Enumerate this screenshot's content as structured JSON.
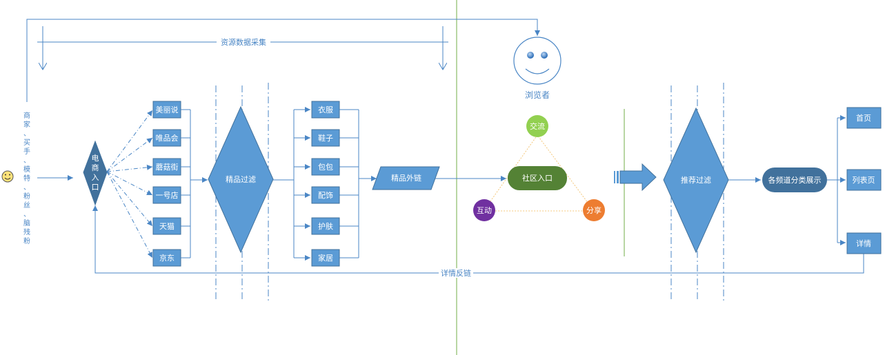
{
  "diagram": {
    "top_label": "资源数据采集",
    "user_types": [
      "商",
      "家",
      "、",
      "买",
      "手",
      "、",
      "模",
      "特",
      "、",
      "粉",
      "丝",
      "、",
      "脑",
      "残",
      "粉"
    ],
    "entry": [
      "电",
      "商",
      "入",
      "口"
    ],
    "sources": [
      "美丽说",
      "唯品会",
      "蘑菇街",
      "一号店",
      "天猫",
      "京东"
    ],
    "filter1": "精品过滤",
    "categories": [
      "衣服",
      "鞋子",
      "包包",
      "配饰",
      "护肤",
      "家居"
    ],
    "outlink": "精品外链",
    "viewer": "浏览者",
    "community": {
      "center": "社区入口",
      "top": "交流",
      "left": "互动",
      "right": "分享"
    },
    "filter2": "推荐过滤",
    "channel": "各频道分类展示",
    "pages": [
      "首页",
      "列表页",
      "详情"
    ],
    "feedback": "详情反链"
  },
  "colors": {
    "primary": "#5b9bd5",
    "line": "#4a86c5",
    "divider_green": "#70ad47",
    "community_center": "#548235",
    "community_top": "#92d050",
    "community_left": "#7030a0",
    "community_right": "#ed7d31",
    "triangle_dotted": "#f4c77a",
    "smiley_face": "#ffe27a"
  }
}
